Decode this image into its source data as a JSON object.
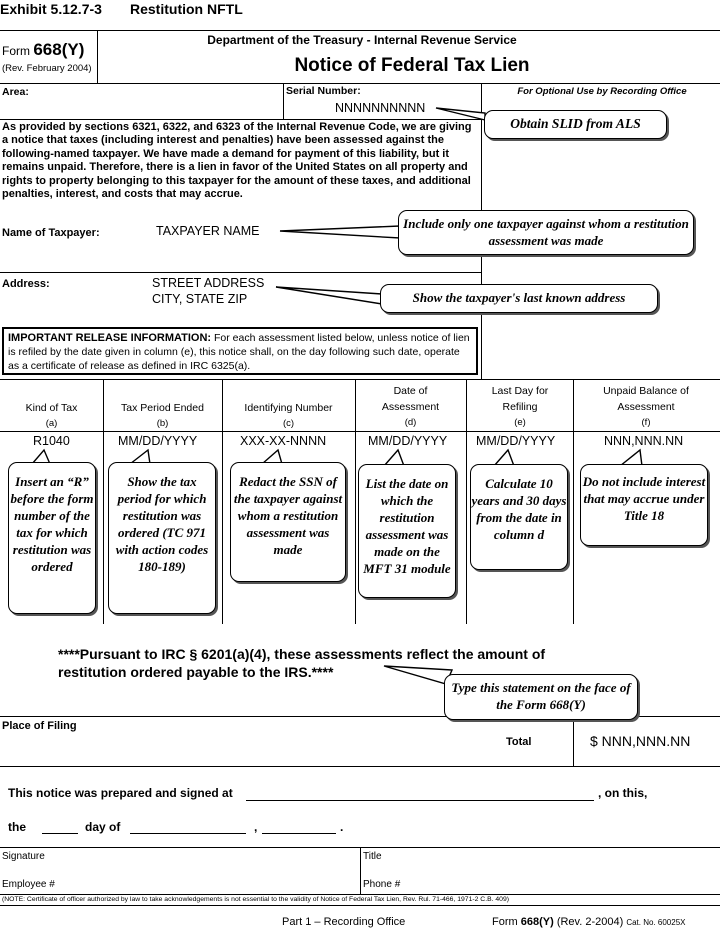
{
  "exhibit": {
    "number": "Exhibit 5.12.7-3",
    "title": "Restitution NFTL"
  },
  "form": {
    "form_prefix": "Form",
    "form_number": "668(Y)",
    "revision": "(Rev. February 2004)",
    "agency": "Department of the Treasury - Internal Revenue Service",
    "title": "Notice of Federal Tax Lien"
  },
  "header_row": {
    "area_label": "Area:",
    "serial_label": "Serial Number:",
    "serial_value": "NNNNNNNNNN",
    "optional_use": "For Optional Use by Recording Office"
  },
  "intro_text": "As provided by sections 6321, 6322, and 6323 of the Internal Revenue Code, we are giving a notice that taxes (including interest and penalties) have been assessed against the following-named taxpayer. We have made a demand for payment of this liability, but it remains unpaid. Therefore, there is a lien in favor of the United States on all property and rights to property belonging to this taxpayer for the amount of these taxes, and additional penalties, interest, and costs that may accrue.",
  "taxpayer": {
    "name_label": "Name of Taxpayer:",
    "name_value": "TAXPAYER NAME",
    "address_label": "Address:",
    "address_line1": "STREET ADDRESS",
    "address_line2": "CITY, STATE ZIP"
  },
  "release_info": {
    "heading": "IMPORTANT RELEASE INFORMATION:",
    "text": "For each assessment listed below, unless notice of lien is refiled by the date given in column (e), this notice shall, on the day following such date, operate as a certificate of release as defined in IRC 6325(a)."
  },
  "table": {
    "columns": [
      {
        "title": "Kind of Tax",
        "letter": "(a)",
        "value": "R1040"
      },
      {
        "title": "Tax Period Ended",
        "letter": "(b)",
        "value": "MM/DD/YYYY"
      },
      {
        "title": "Identifying Number",
        "letter": "(c)",
        "value": "XXX-XX-NNNN"
      },
      {
        "title": "Date of Assessment",
        "letter": "(d)",
        "value": "MM/DD/YYYY"
      },
      {
        "title": "Last Day for Refiling",
        "letter": "(e)",
        "value": "MM/DD/YYYY"
      },
      {
        "title": "Unpaid Balance of Assessment",
        "letter": "(f)",
        "value": "NNN,NNN.NN"
      }
    ],
    "statement": "****Pursuant to IRC § 6201(a)(4), these assessments reflect the amount of restitution ordered payable to the IRS.****"
  },
  "callouts": {
    "slid": "Obtain SLID from ALS",
    "one_taxpayer": "Include only one taxpayer against whom a restitution assessment was made",
    "address": "Show the taxpayer's last known address",
    "kind_of_tax": "Insert an “R” before the form number of the tax for which restitution was ordered",
    "tax_period": "Show the tax period for which restitution was ordered (TC 971 with action codes 180-189)",
    "ssn": "Redact the SSN of the taxpayer against whom a restitution assessment was made",
    "assessment_date": "List the date on which the restitution assessment was made on the MFT 31 module",
    "refiling": "Calculate 10 years and 30 days from the date in column d",
    "interest": "Do not include interest that may accrue under Title 18",
    "statement": "Type this statement on the face of the Form 668(Y)"
  },
  "footer": {
    "place_of_filing": "Place of Filing",
    "total_label": "Total",
    "total_value": "$ NNN,NNN.NN",
    "prepared_prefix": "This notice was prepared and signed at",
    "on_this": ", on this,",
    "the_label": "the",
    "day_of": "day of",
    "signature_label": "Signature",
    "title_label": "Title",
    "employee_label": "Employee #",
    "phone_label": "Phone #",
    "note": "(NOTE: Certificate of officer authorized by law to take acknowledgements is not essential to the validity of Notice of Federal Tax Lien, Rev. Rul. 71-466, 1971-2 C.B. 409)",
    "part": "Part 1 – Recording Office",
    "form_ref_prefix": "Form",
    "form_ref_number": "668(Y)",
    "form_ref_rev": "(Rev. 2-2004)",
    "cat_no": "Cat. No. 60025X"
  }
}
